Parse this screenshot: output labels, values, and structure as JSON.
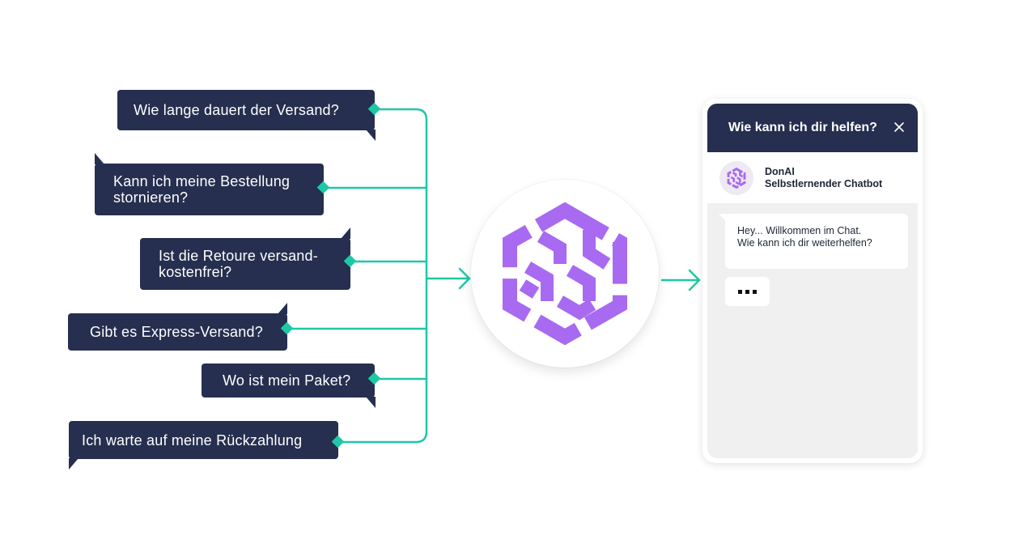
{
  "questions": [
    {
      "text": "Wie lange dauert der Versand?"
    },
    {
      "text": "Kann ich meine Bestellung\nstornieren?"
    },
    {
      "text": "Ist die Retoure versand-\nkostenfrei?"
    },
    {
      "text": "Gibt es Express-Versand?"
    },
    {
      "text": "Wo ist mein Paket?"
    },
    {
      "text": "Ich warte auf meine Rückzahlung"
    }
  ],
  "hub": {
    "icon": "brain-maze-icon",
    "color": "#a86af0"
  },
  "chat": {
    "title": "Wie kann ich dir helfen?",
    "bot_name": "DonAI",
    "bot_subtitle": "Selbstlernender Chatbot",
    "greeting": "Hey... Willkommen im Chat.\nWie kann ich dir weiterhelfen?"
  },
  "colors": {
    "bubble": "#262f4f",
    "connector": "#1ec8a5",
    "accent": "#a86af0",
    "chat_background": "#f0f0f0"
  }
}
